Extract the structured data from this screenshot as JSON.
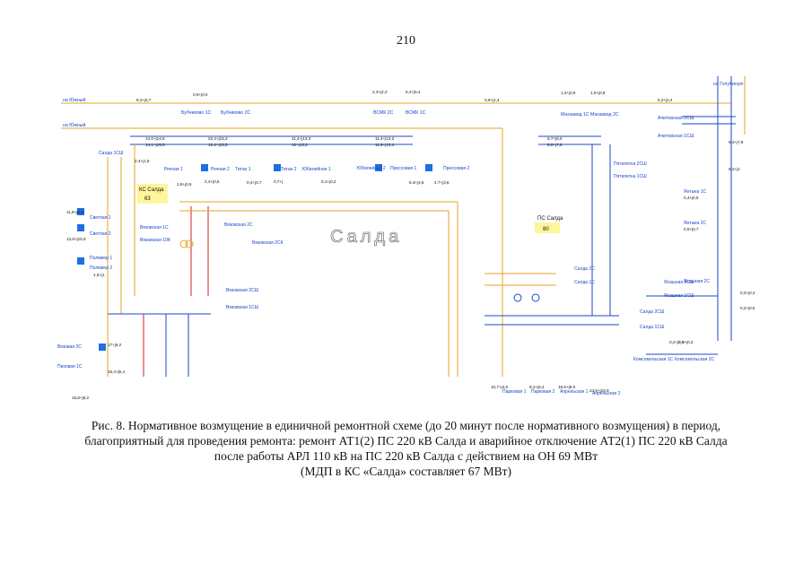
{
  "page_number": "210",
  "scheme": {
    "title_center": "Салда",
    "ks_label": "КС Салда",
    "ks_value": "63",
    "ps_label": "ПС Салда",
    "ps_value": "80",
    "colors": {
      "bus_blue": "#1a47c8",
      "line_orange": "#e8a020",
      "line_red": "#d82020",
      "line_gray": "#888888",
      "highlight_yellow": "#fff59a",
      "node_fill": "#1f6fe0",
      "text_green": "#1a8a1a",
      "text_red": "#d02020"
    },
    "top_labels": [
      {
        "text": "на Южный"
      },
      {
        "text": "на Южный"
      },
      {
        "text": "Бубчиково 1С"
      },
      {
        "text": "Бубчиково 2С"
      },
      {
        "text": "ВСМК 2С"
      },
      {
        "text": "ВСМК 1С"
      },
      {
        "text": "Махзавод 1С"
      },
      {
        "text": "Махзавод 2С"
      },
      {
        "text": "Ачитовская 2СШ"
      },
      {
        "text": "Ачитовская 1СШ"
      },
      {
        "text": "на Голубиную"
      }
    ],
    "left_labels": [
      {
        "text": "Салда 1СШ"
      },
      {
        "text": "Светлая 1"
      },
      {
        "text": "Светлая 2"
      },
      {
        "text": "Полимер 1"
      },
      {
        "text": "Полимер 2"
      },
      {
        "text": "Вязовская 1С"
      },
      {
        "text": "Вязовская 2С"
      },
      {
        "text": "Вязовская 2СК"
      },
      {
        "text": "Вязовская 10К"
      },
      {
        "text": "Вязовская 2СШ"
      },
      {
        "text": "Вязовская 1СШ"
      },
      {
        "text": "Вязовая 2С"
      },
      {
        "text": "Пиховая 1С"
      }
    ],
    "middle_labels": [
      {
        "text": "Речная 1"
      },
      {
        "text": "Речная 2"
      },
      {
        "text": "Титан 1"
      },
      {
        "text": "Титан 2"
      },
      {
        "text": "Юбилейная 1"
      },
      {
        "text": "Юбилейная 2"
      },
      {
        "text": "Прессовая 1"
      },
      {
        "text": "Прессовая 2"
      },
      {
        "text": "Салда 2С"
      },
      {
        "text": "Салда 1С"
      },
      {
        "text": "Салда 2СШ"
      },
      {
        "text": "Салда 1СШ"
      },
      {
        "text": "Пятилетка 2СШ"
      },
      {
        "text": "Пятилетка 1СШ"
      }
    ],
    "right_labels": [
      {
        "text": "Янтыка 1С"
      },
      {
        "text": "Янтыка 2С"
      },
      {
        "text": "Ясашная 2СШ"
      },
      {
        "text": "Ясашная 1СШ"
      },
      {
        "text": "Ясашная 2С"
      },
      {
        "text": "Комсомольская 1С"
      },
      {
        "text": "Комсомольская 2С"
      },
      {
        "text": "Парковая 1"
      },
      {
        "text": "Парковая 2"
      },
      {
        "text": "Апрельская 1"
      },
      {
        "text": "Апрельская 2"
      }
    ],
    "flow_values": [
      {
        "text": "8,4+j6,7"
      },
      {
        "text": "0,5+j0,0"
      },
      {
        "text": "2,3+j2,4"
      },
      {
        "text": "5,4+j5,4"
      },
      {
        "text": "0,9+j1,4"
      },
      {
        "text": "1,4+j0,8"
      },
      {
        "text": "1,5+j0,8"
      },
      {
        "text": "5,2+j2,4"
      },
      {
        "text": "14,0+j14,5"
      },
      {
        "text": "14,1+j15,3"
      },
      {
        "text": "22,4+j15,3"
      },
      {
        "text": "12,4+j15,3"
      },
      {
        "text": "11,4+j13,2"
      },
      {
        "text": "12+j13,2"
      },
      {
        "text": "11,4+j13,2"
      },
      {
        "text": "11,9+j13,4"
      },
      {
        "text": "6,7+j9,0"
      },
      {
        "text": "6,0+j7,6"
      },
      {
        "text": "11,9+j8,2"
      },
      {
        "text": "13,6+j15,9"
      },
      {
        "text": "2,4+j1,8"
      },
      {
        "text": "1,8+j0,9"
      },
      {
        "text": "2,4+j0,5"
      },
      {
        "text": "0,4+j0,7"
      },
      {
        "text": "0,7+j"
      },
      {
        "text": "0,1+j0,2"
      },
      {
        "text": "5,3+j4,5"
      },
      {
        "text": "4,7+j3,6"
      },
      {
        "text": "6,4+j7,8"
      },
      {
        "text": "6,2+j2"
      },
      {
        "text": "0,4+j0,5"
      },
      {
        "text": "0,5+j0,7"
      },
      {
        "text": "0,3+j0,4"
      },
      {
        "text": "0,2+j0,5"
      },
      {
        "text": "0,2+j0,3"
      },
      {
        "text": "0,5+j0,3"
      },
      {
        "text": "10,7+j4,6"
      },
      {
        "text": "9,2+j5,4"
      },
      {
        "text": "18,5+j9,9"
      },
      {
        "text": "24,9+j15,9"
      },
      {
        "text": "17+j6,2"
      },
      {
        "text": "16,4+j5,4"
      },
      {
        "text": "15,8+j8,2"
      },
      {
        "text": "1,6+j1"
      }
    ]
  },
  "caption": {
    "line1": "Рис. 8. Нормативное возмущение в единичной ремонтной схеме (до 20 минут после нормативного возмущения) в период,",
    "line2": "благоприятный для проведения ремонта: ремонт АТ1(2) ПС 220 кВ Салда и аварийное отключение АТ2(1) ПС 220 кВ Салда",
    "line3": "после работы АРЛ 110 кВ на ПС 220 кВ Салда с действием на ОН 69 МВт",
    "line4": "(МДП в КС «Салда» составляет 67 МВт)"
  }
}
